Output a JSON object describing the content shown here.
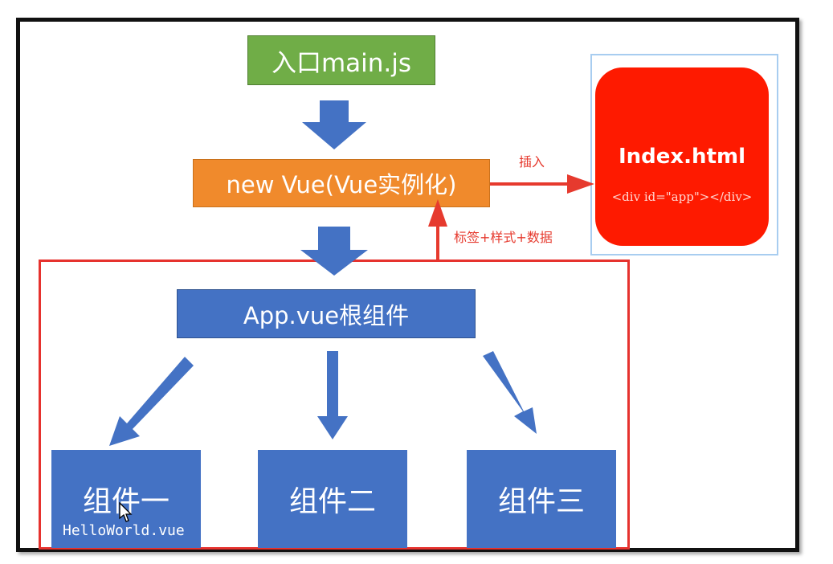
{
  "diagram": {
    "entry": "入口main.js",
    "vue_instance": "new Vue(Vue实例化)",
    "root_component": "App.vue根组件",
    "components": [
      {
        "label": "组件一",
        "file": "HelloWorld.vue"
      },
      {
        "label": "组件二"
      },
      {
        "label": "组件三"
      }
    ],
    "index_file": "Index.html",
    "index_code": "<div id=\"app\"></div>",
    "insert_label": "插入",
    "data_label": "标签+样式+数据"
  },
  "colors": {
    "entry": "#70ad47",
    "vue_instance": "#f08a2c",
    "component": "#4472c4",
    "index": "#fe1a00",
    "annotation": "#e63a2e"
  },
  "icons": [
    "mouse-cursor-icon"
  ]
}
